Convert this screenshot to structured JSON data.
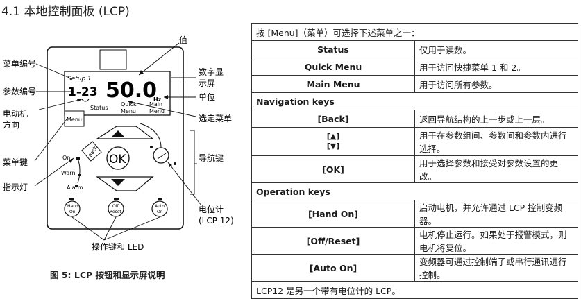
{
  "heading": "4.1 本地控制面板 (LCP)",
  "figure": {
    "caption": "图 5: LCP 按钮和显示屏说明",
    "labels": {
      "value": "值",
      "display": "数字显\n示屏",
      "unit": "单位",
      "selected_menu": "选定菜单",
      "nav_keys": "导航键",
      "potentiometer": "电位计\n(LCP 12)",
      "op_keys": "操作键和 LED",
      "menu_number": "菜单编号",
      "param_number": "参数编号",
      "motor_dir": "电动机\n方向",
      "menu_key": "菜单键",
      "indicator": "指示灯"
    },
    "screen": {
      "setup": "Setup 1",
      "param": "1-23",
      "value": "50.0",
      "unit": "Hz",
      "menus": [
        "Status",
        "Quick\nMenu",
        "Main\nMenu"
      ]
    },
    "buttons": {
      "menu": "Menu",
      "back": "Back",
      "ok": "OK",
      "on": "On",
      "warn": "Warn",
      "alarm": "Alarm",
      "hand_on": "Hand\nOn",
      "off_reset": "Off\nReset",
      "auto_on": "Auto\nOn"
    }
  },
  "table": {
    "header": "按 [Menu]（菜单）可选择下述菜单之一：",
    "menu_rows": [
      {
        "key": "Status",
        "desc": "仅用于读数。"
      },
      {
        "key": "Quick Menu",
        "desc": "用于访问快捷菜单 1 和 2。"
      },
      {
        "key": "Main Menu",
        "desc": "用于访问所有参数。"
      }
    ],
    "nav_section": "Navigation keys",
    "nav_rows": [
      {
        "key": "[Back]",
        "desc": "返回导航结构的上一步或上一层。"
      },
      {
        "key": "[▲]\n[▼]",
        "desc": "用于在参数组间、参数间和参数内进行选择。"
      },
      {
        "key": "[OK]",
        "desc": "用于选择参数和接受对参数设置的更改。"
      }
    ],
    "op_section": "Operation keys",
    "op_rows": [
      {
        "key": "[Hand On]",
        "desc": "启动电机，并允许通过 LCP 控制变频器。"
      },
      {
        "key": "[Off/Reset]",
        "desc": "电机停止运行。如果处于报警模式，则电机将复位。"
      },
      {
        "key": "[Auto On]",
        "desc": "变频器可通过控制端子或串行通讯进行控制。"
      }
    ],
    "footer": "LCP12 是另一个带有电位计的 LCP。"
  }
}
